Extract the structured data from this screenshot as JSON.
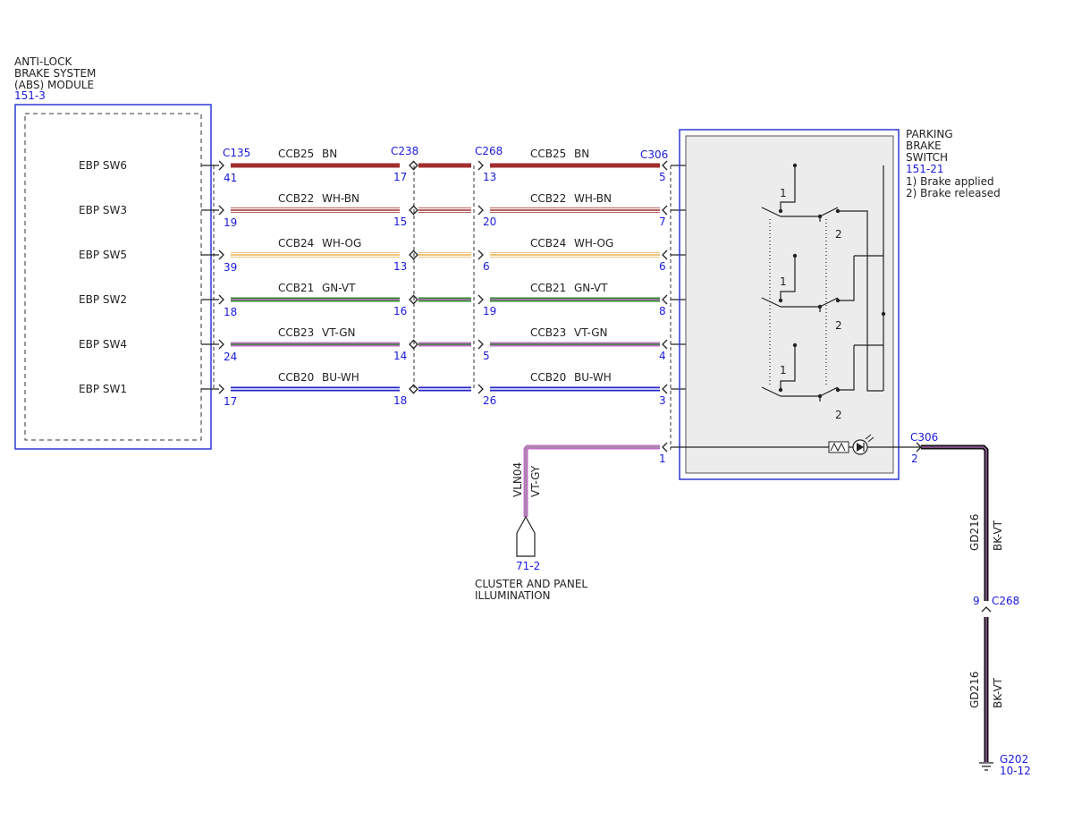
{
  "colors": {
    "box_blue": "#2d39d6",
    "ref_blue": "#1a1ae0",
    "BN": "#a12d2d",
    "WH": "#ffffff",
    "OG": "#e8b050",
    "GN": "#2d8a2d",
    "VT": "#c070c8",
    "BU": "#2222c8",
    "BK": "#111111",
    "GY": "#999999",
    "switch_fill": "#ececec"
  },
  "abs_module": {
    "title_lines": [
      "ANTI-LOCK",
      "BRAKE SYSTEM",
      "(ABS) MODULE"
    ],
    "ref": "151-3",
    "pins": [
      "EBP SW6",
      "EBP SW3",
      "EBP SW5",
      "EBP SW2",
      "EBP SW4",
      "EBP SW1"
    ]
  },
  "connectors": {
    "c135": "C135",
    "c238": "C238",
    "c268": "C268",
    "c306": "C306"
  },
  "circuits": [
    {
      "circuit": "CCB25",
      "wire_color": "BN",
      "c135_pin": "41",
      "c238_pin": "17",
      "c268_pin": "13",
      "c306_pin": "5",
      "switch_label": "SW6"
    },
    {
      "circuit": "CCB22",
      "wire_color": "WH-BN",
      "c135_pin": "19",
      "c238_pin": "15",
      "c268_pin": "20",
      "c306_pin": "7",
      "switch_label": "SW3"
    },
    {
      "circuit": "CCB24",
      "wire_color": "WH-OG",
      "c135_pin": "39",
      "c238_pin": "13",
      "c268_pin": "6",
      "c306_pin": "6",
      "switch_label": "SW5"
    },
    {
      "circuit": "CCB21",
      "wire_color": "GN-VT",
      "c135_pin": "18",
      "c238_pin": "16",
      "c268_pin": "19",
      "c306_pin": "8",
      "switch_label": "SW2"
    },
    {
      "circuit": "CCB23",
      "wire_color": "VT-GN",
      "c135_pin": "24",
      "c238_pin": "14",
      "c268_pin": "5",
      "c306_pin": "4",
      "switch_label": "SW4"
    },
    {
      "circuit": "CCB20",
      "wire_color": "BU-WH",
      "c135_pin": "17",
      "c238_pin": "18",
      "c268_pin": "26",
      "c306_pin": "3",
      "switch_label": "SW1"
    }
  ],
  "parking_brake_switch": {
    "title_lines": [
      "PARKING",
      "BRAKE",
      "SWITCH"
    ],
    "ref": "151-21",
    "notes": [
      "1) Brake applied",
      "2) Brake released"
    ],
    "pos_labels": [
      "1",
      "2",
      "1",
      "2",
      "1",
      "2"
    ]
  },
  "illumination": {
    "c306_pin": "1",
    "circuit": "VLN04",
    "wire_color": "VT-GY",
    "ref": "71-2",
    "label_lines": [
      "CLUSTER AND PANEL",
      "ILLUMINATION"
    ]
  },
  "ground": {
    "c306_label": "C306",
    "c306_pin": "2",
    "circuit": "GD216",
    "wire_color": "BK-VT",
    "c268_label": "C268",
    "c268_pin": "9",
    "ground_label": "G202",
    "ground_ref": "10-12"
  }
}
